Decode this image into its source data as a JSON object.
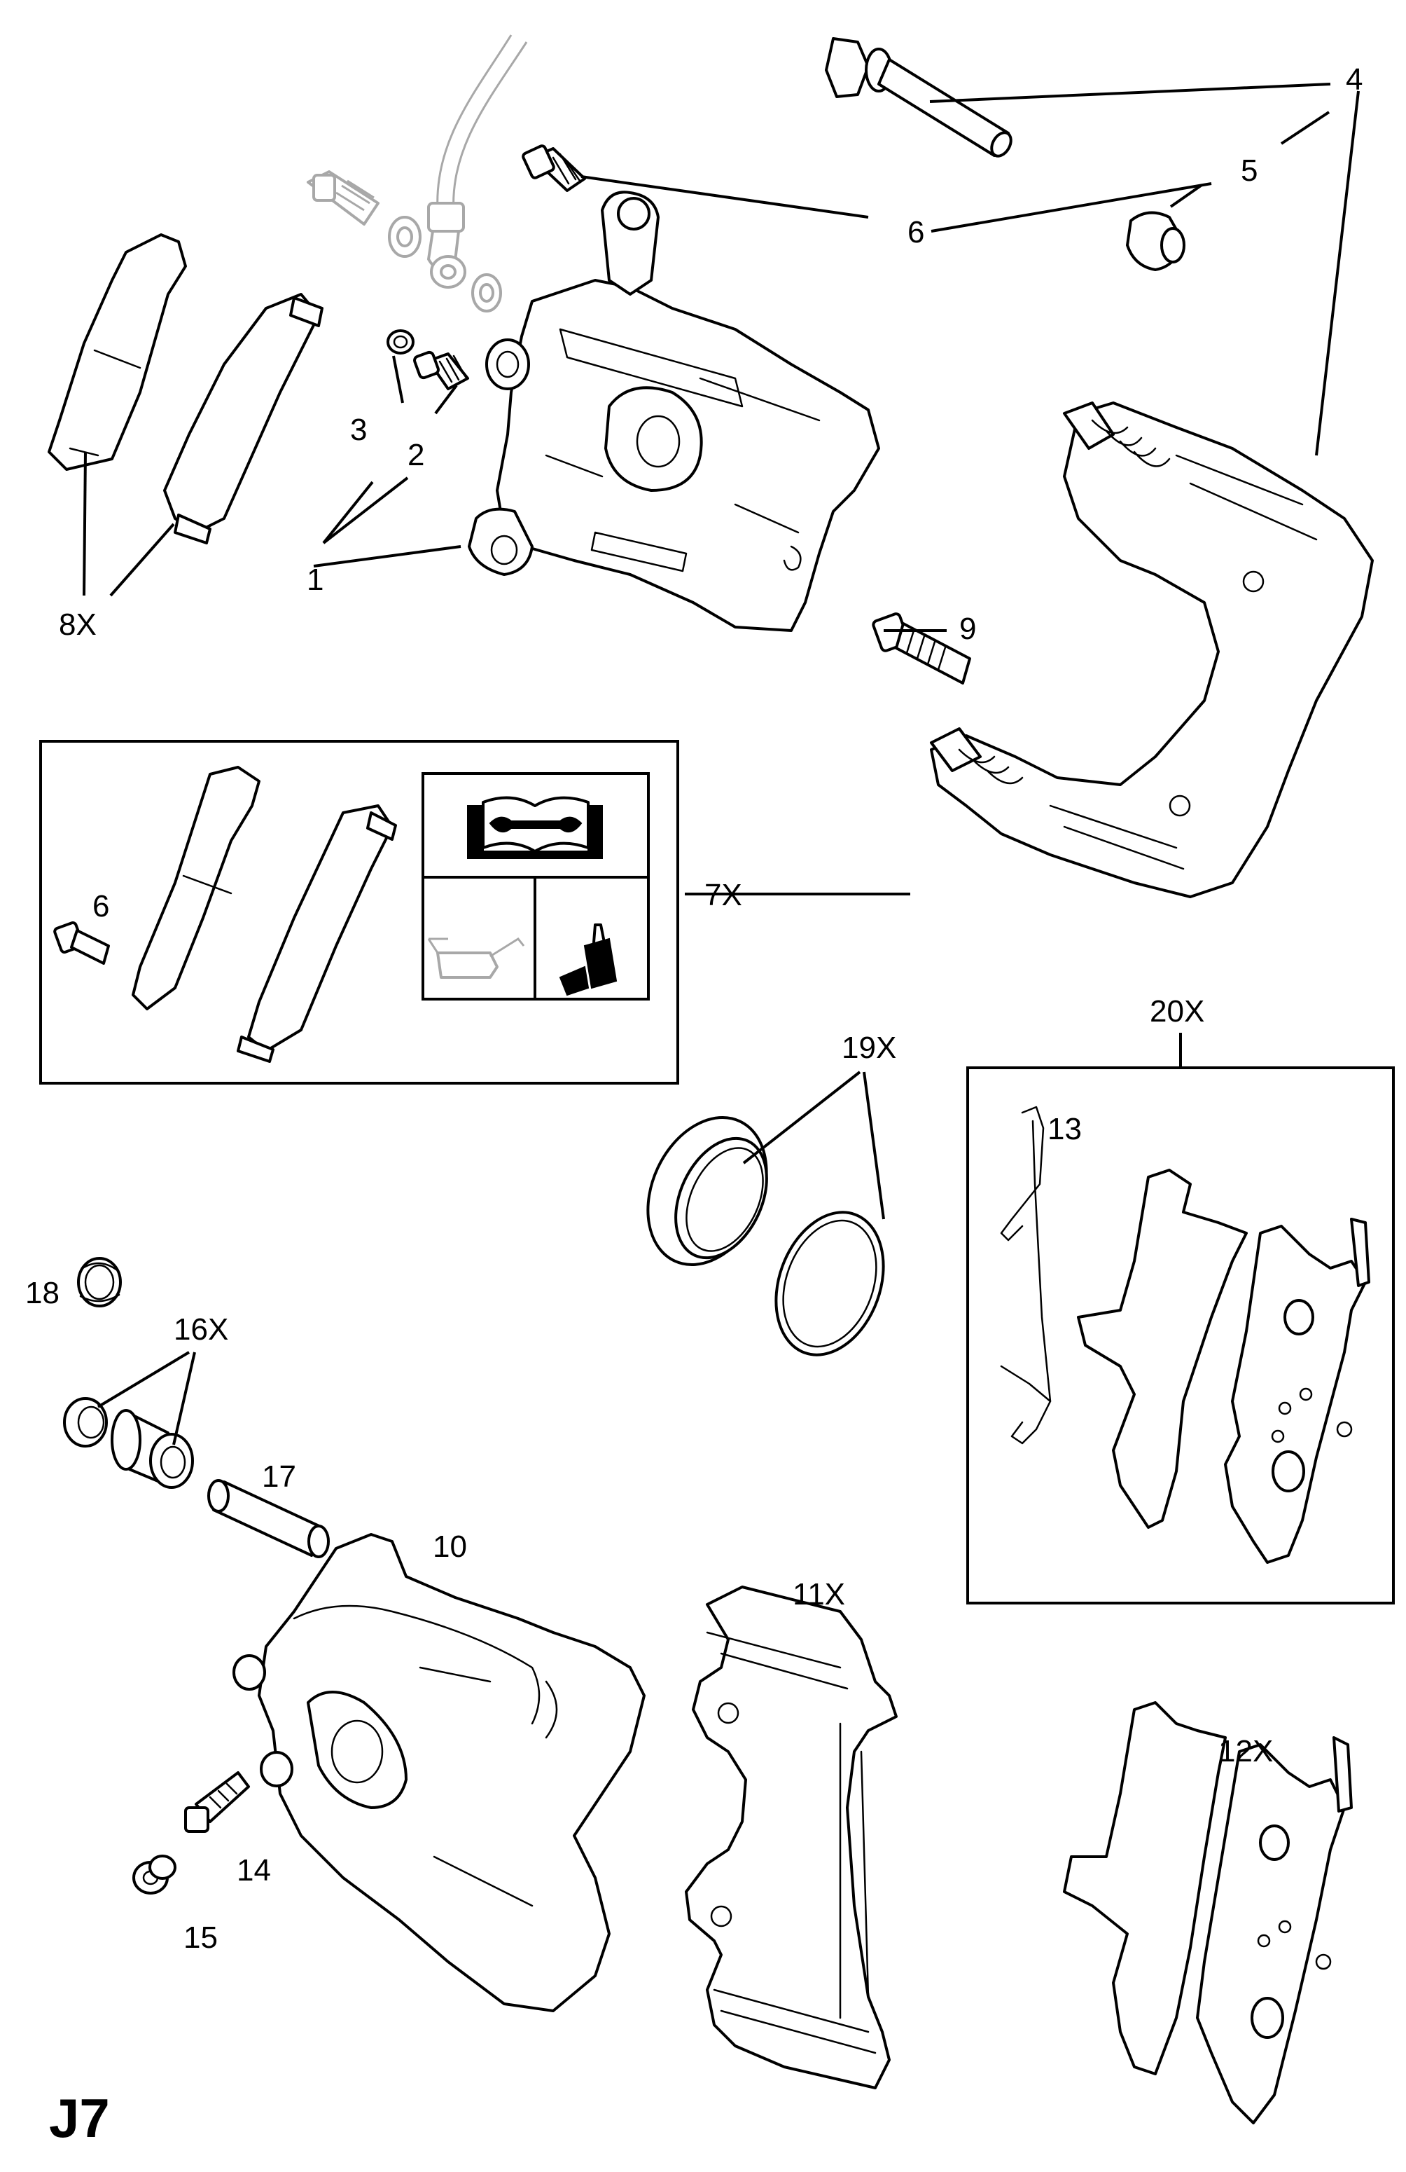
{
  "page_code": "J7",
  "callouts": {
    "c1": "1",
    "c2": "2",
    "c3": "3",
    "c4": "4",
    "c5": "5",
    "c6a": "6",
    "c6b": "6",
    "c7x": "7X",
    "c8x": "8X",
    "c9": "9",
    "c10": "10",
    "c11x": "11X",
    "c12x": "12X",
    "c13": "13",
    "c14": "14",
    "c15": "15",
    "c16x": "16X",
    "c17": "17",
    "c18": "18",
    "c19x": "19X",
    "c20x": "20X"
  },
  "icons": [
    "manual-wrench-icon",
    "oil-can-icon",
    "grease-tube-icon"
  ]
}
